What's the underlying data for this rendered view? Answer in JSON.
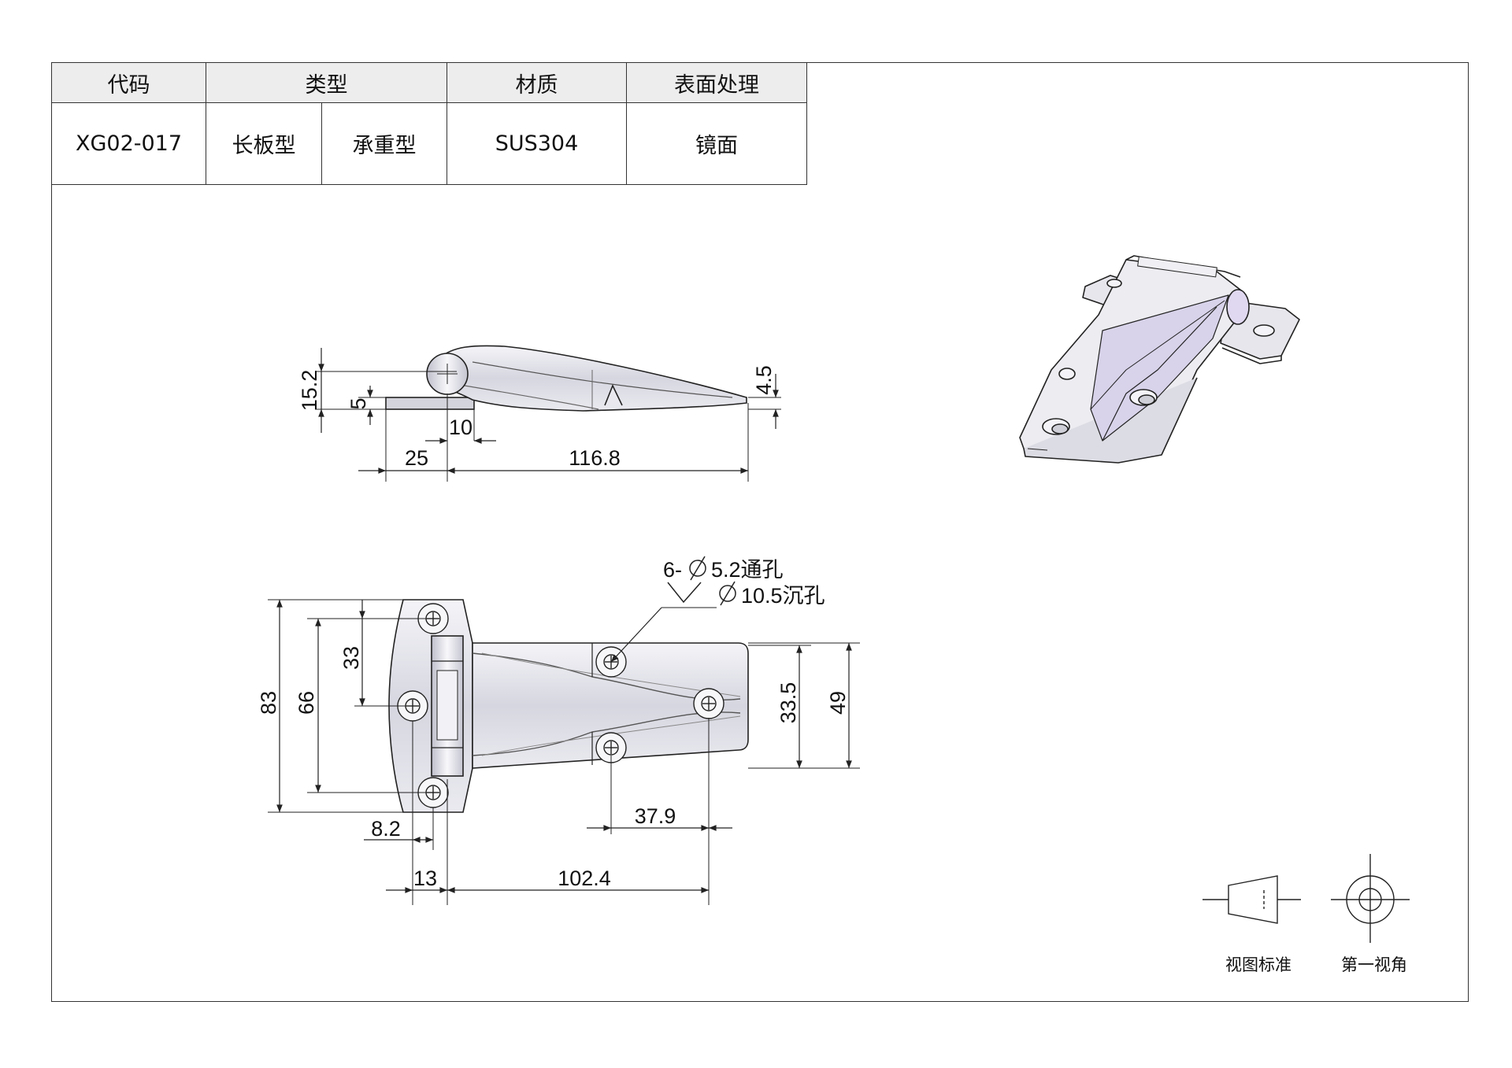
{
  "spec_table": {
    "headers": {
      "code": "代码",
      "type": "类型",
      "material": "材质",
      "finish": "表面处理"
    },
    "row": {
      "code": "XG02-017",
      "type_a": "长板型",
      "type_b": "承重型",
      "material": "SUS304",
      "finish": "镜面"
    }
  },
  "side_view": {
    "dims": {
      "height_total": "15.2",
      "plate_thickness": "5",
      "pin_offset": "10",
      "tip_thickness": "4.5",
      "left_length": "25",
      "right_length": "116.8"
    }
  },
  "top_view": {
    "hole_note": {
      "count_prefix": "6-",
      "through_hole": "5.2通孔",
      "counterbore": "10.5沉孔"
    },
    "dims": {
      "total_height": "83",
      "hole_span_outer": "66",
      "hole_span_half": "33",
      "leaf_hole_span": "33.5",
      "leaf_height": "49",
      "hole_pitch": "37.9",
      "left_offset_a": "8.2",
      "left_offset_b": "13",
      "leaf_length": "102.4"
    }
  },
  "projection_symbols": {
    "view_standard": "视图标准",
    "first_angle": "第一视角"
  },
  "colors": {
    "line": "#222222",
    "leaf_fill": "#dcdce4",
    "leaf_shade": "#c7c7d6",
    "inner_fill": "#d8d2ea",
    "header_fill": "#ededed"
  }
}
